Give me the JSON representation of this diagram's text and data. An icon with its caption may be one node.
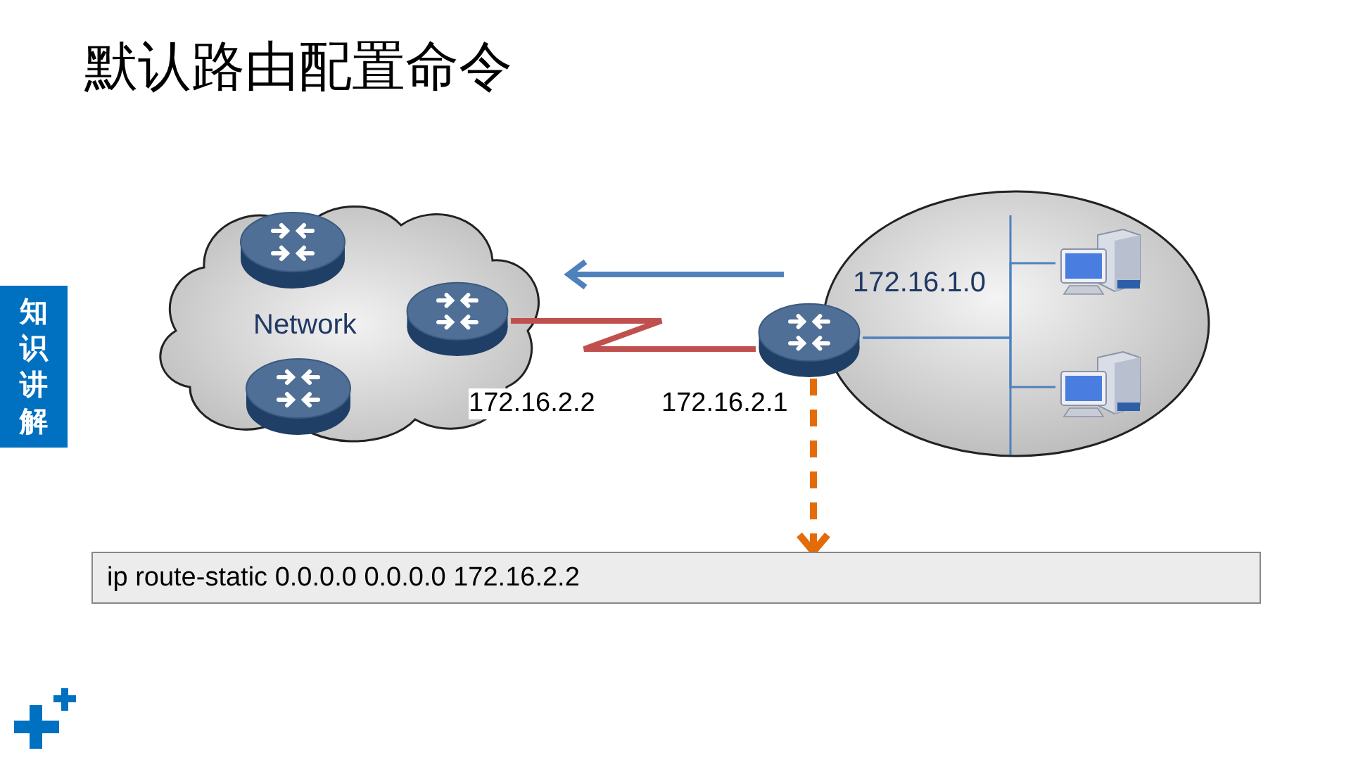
{
  "diagram": {
    "title": "默认路由配置命令",
    "nodes": [
      {
        "text": [
          "Network"
        ]
      },
      {
        "text": [],
        "shape": "router",
        "in": 0
      },
      {
        "text": [],
        "shape": "router",
        "in": 0,
        "beside": [
          "172.16.2.2"
        ]
      },
      {
        "text": [],
        "shape": "router",
        "in": 0
      },
      {
        "text": [
          "172.16.1.0"
        ]
      },
      {
        "text": [],
        "shape": "router",
        "beside": [
          "172.16.2.1"
        ]
      },
      {
        "text": [],
        "shape": "computer",
        "in": 4
      },
      {
        "text": [],
        "shape": "computer",
        "in": 4
      },
      {
        "text": [
          "ip route-static 0.0.0.0 0.0.0.0 172.16.2.2"
        ]
      },
      {
        "text": [
          "知识讲解"
        ]
      }
    ],
    "edges": [
      {
        "from": 2,
        "to": 5,
        "arrow": "none",
        "color": "#c0504d",
        "style": "thick"
      },
      {
        "from": 5,
        "to": 6,
        "arrow": "none"
      },
      {
        "from": 5,
        "to": 7,
        "arrow": "none"
      },
      {
        "from": 5,
        "to": 8,
        "arrow": "to",
        "style": "dashed",
        "color": "#e36c09"
      }
    ]
  }
}
